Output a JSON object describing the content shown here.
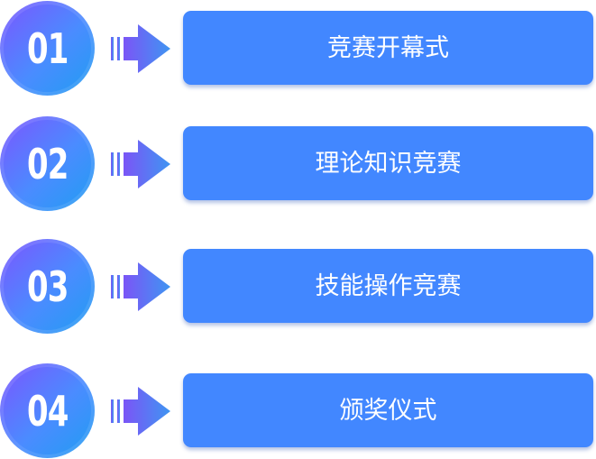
{
  "steps": [
    {
      "number": "01",
      "label": "竞赛开幕式"
    },
    {
      "number": "02",
      "label": "理论知识竞赛"
    },
    {
      "number": "03",
      "label": "技能操作竞赛"
    },
    {
      "number": "04",
      "label": "颁奖仪式"
    }
  ],
  "icons": {
    "arrow": "arrow-right-icon"
  },
  "colors": {
    "box": "#4287ff",
    "circle_start": "#7c55ff",
    "circle_end": "#1f9df2",
    "arrow": "#6a5cf2"
  }
}
